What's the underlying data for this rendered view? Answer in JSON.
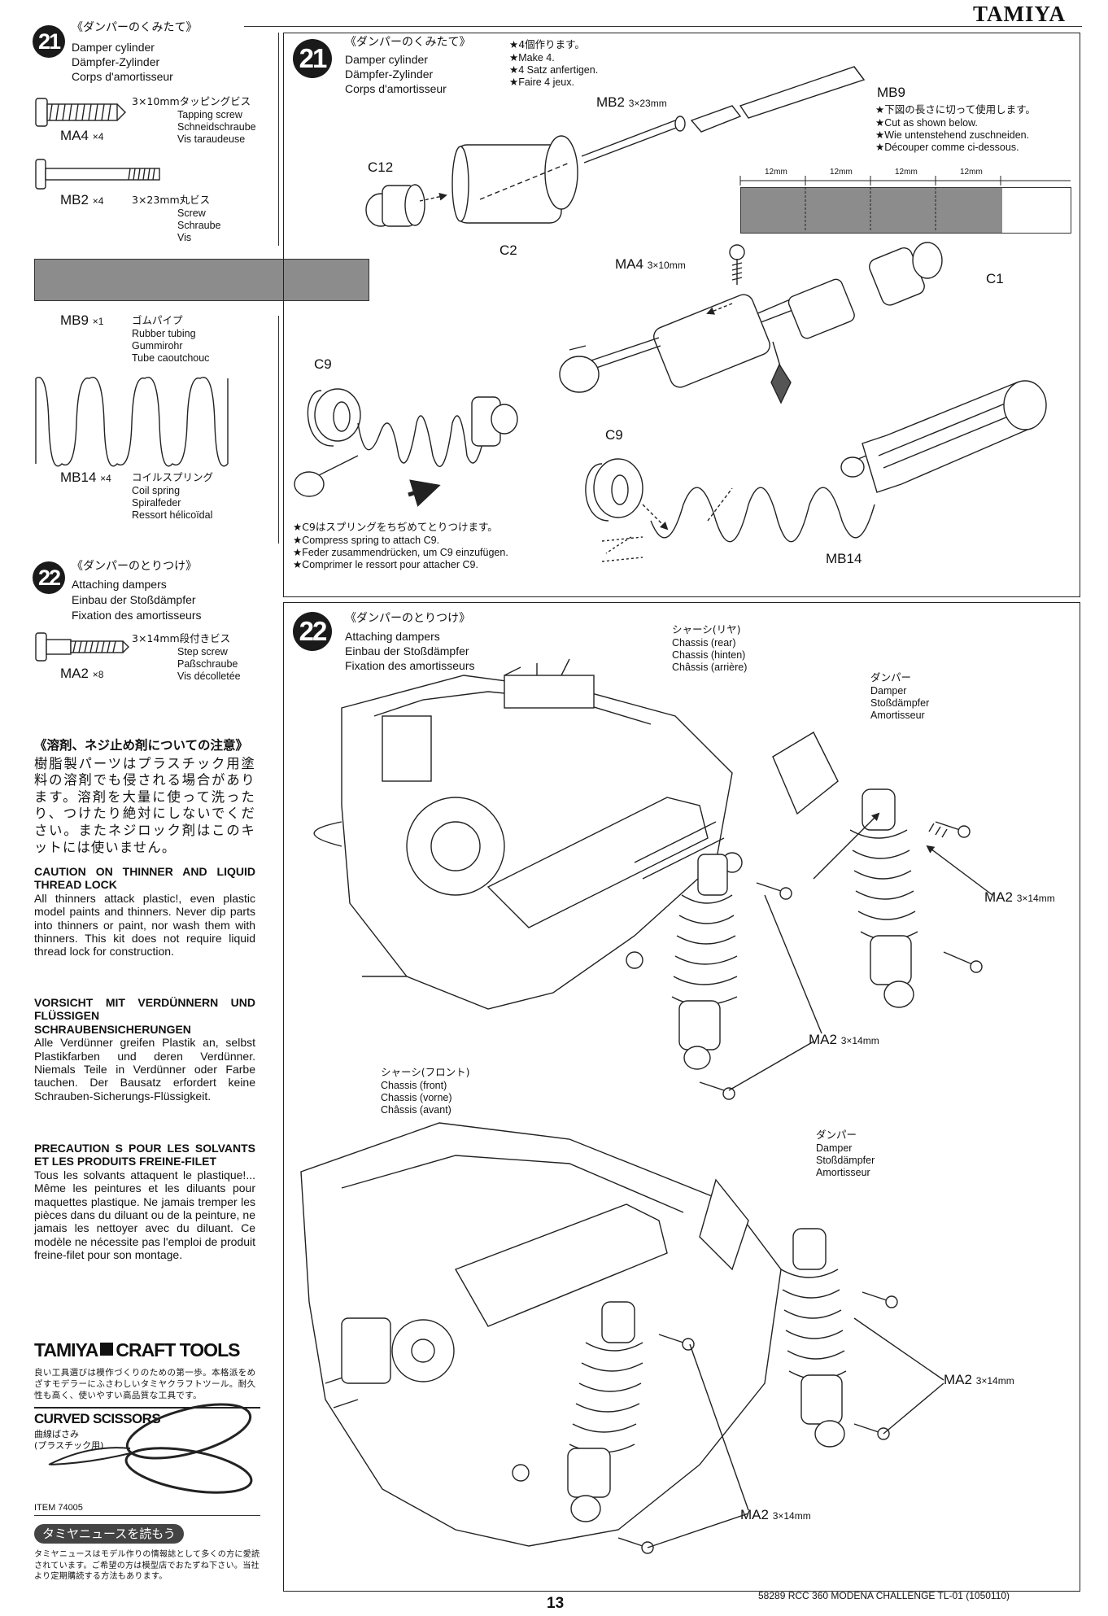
{
  "brand": "TAMIYA",
  "left": {
    "step21": {
      "num": "21",
      "jp": "《ダンパーのくみたて》",
      "en": "Damper cylinder",
      "de": "Dämpfer-Zylinder",
      "fr": "Corps d'amortisseur"
    },
    "ma4": {
      "code": "MA4",
      "qty": "×4",
      "size": "3×10mmタッピングビス",
      "en": "Tapping screw",
      "de": "Schneidschraube",
      "fr": "Vis taraudeuse"
    },
    "mb2": {
      "code": "MB2",
      "qty": "×4",
      "size": "3×23mm丸ビス",
      "en": "Screw",
      "de": "Schraube",
      "fr": "Vis"
    },
    "mb9": {
      "code": "MB9",
      "qty": "×1",
      "jp": "ゴムパイプ",
      "en": "Rubber tubing",
      "de": "Gummirohr",
      "fr": "Tube caoutchouc"
    },
    "mb14": {
      "code": "MB14",
      "qty": "×4",
      "jp": "コイルスプリング",
      "en": "Coil spring",
      "de": "Spiralfeder",
      "fr": "Ressort hélicoïdal"
    },
    "step22": {
      "num": "22",
      "jp": "《ダンパーのとりつけ》",
      "en": "Attaching dampers",
      "de": "Einbau der Stoßdämpfer",
      "fr": "Fixation des amortisseurs"
    },
    "ma2": {
      "code": "MA2",
      "qty": "×8",
      "size": "3×14mm段付きビス",
      "en": "Step screw",
      "de": "Paßschraube",
      "fr": "Vis décolletée"
    },
    "caution_jp_title": "《溶剤、ネジ止め剤についての注意》",
    "caution_jp_body": "樹脂製パーツはプラスチック用塗料の溶剤でも侵される場合があります。溶剤を大量に使って洗ったり、つけたり絶対にしないでください。またネジロック剤はこのキットには使いません。",
    "caution_en_title": "CAUTION ON THINNER AND LIQUID THREAD LOCK",
    "caution_en_body": "All thinners attack plastic!, even plastic model paints and thinners. Never dip parts into thinners or paint, nor wash them with thinners. This kit does not require liquid thread lock for construction.",
    "caution_de_title": "VORSICHT MIT VERDÜNNERN UND FLÜSSIGEN SCHRAUBENSICHERUNGEN",
    "caution_de_body": "Alle Verdünner greifen Plastik an, selbst Plastikfarben und deren Verdünner. Niemals Teile in Verdünner oder Farbe tauchen. Der Bausatz erfordert keine Schrauben-Sicherungs-Flüssigkeit.",
    "caution_fr_title": "PRECAUTION S POUR LES SOLVANTS ET LES PRODUITS FREINE-FILET",
    "caution_fr_body": "Tous les solvants attaquent le plastique!... Même les peintures et les diluants pour maquettes plastique. Ne jamais tremper les pièces dans du diluant ou de la peinture, ne jamais les nettoyer avec du diluant. Ce modèle ne nécessite pas l'emploi de produit freine-filet pour son montage.",
    "craft": {
      "logo_left": "TAMIYA",
      "logo_right": "CRAFT TOOLS",
      "intro": "良い工具選びは模作づくりのための第一歩。本格派をめざすモデラーにふさわしいタミヤクラフトツール。耐久性も高く、使いやすい高品質な工具です。",
      "product": "CURVED SCISSORS",
      "product_jp": "曲線ばさみ",
      "product_jp2": "(プラスチック用)",
      "item": "ITEM 74005"
    },
    "news": {
      "title": "タミヤニュースを読もう",
      "body": "タミヤニュースはモデル作りの情報誌として多くの方に愛読されています。ご希望の方は模型店でおたずね下さい。当社より定期購読する方法もあります。"
    }
  },
  "step21": {
    "num": "21",
    "jp": "《ダンパーのくみたて》",
    "en": "Damper cylinder",
    "de": "Dämpfer-Zylinder",
    "fr": "Corps d'amortisseur",
    "make_jp": "★4個作ります。",
    "make_en": "★Make 4.",
    "make_de": "★4 Satz anfertigen.",
    "make_fr": "★Faire 4 jeux.",
    "mb2_code": "MB2",
    "mb2_size": "3×23mm",
    "mb9_code": "MB9",
    "mb9_jp": "★下図の長さに切って使用します。",
    "mb9_en": "★Cut as shown below.",
    "mb9_de": "★Wie untenstehend zuschneiden.",
    "mb9_fr": "★Découper comme ci-dessous.",
    "cut_labels": [
      "12mm",
      "12mm",
      "12mm",
      "12mm"
    ],
    "c12": "C12",
    "c2": "C2",
    "ma4_code": "MA4",
    "ma4_size": "3×10mm",
    "c1": "C1",
    "c9a": "C9",
    "c9b": "C9",
    "c9_jp": "★C9はスプリングをちぢめてとりつけます。",
    "c9_en": "★Compress spring to attach C9.",
    "c9_de": "★Feder zusammendrücken, um C9 einzufügen.",
    "c9_fr": "★Comprimer le ressort pour attacher C9.",
    "mb14": "MB14"
  },
  "step22": {
    "num": "22",
    "jp": "《ダンパーのとりつけ》",
    "en": "Attaching dampers",
    "de": "Einbau der Stoßdämpfer",
    "fr": "Fixation des amortisseurs",
    "rear_jp": "シャーシ(リヤ)",
    "rear_en": "Chassis (rear)",
    "rear_de": "Chassis (hinten)",
    "rear_fr": "Châssis (arrière)",
    "damper1_jp": "ダンパー",
    "damper1_en": "Damper",
    "damper1_de": "Stoßdämpfer",
    "damper1_fr": "Amortisseur",
    "ma2_a": "MA2",
    "ma2_a_size": "3×14mm",
    "ma2_b": "MA2",
    "ma2_b_size": "3×14mm",
    "front_jp": "シャーシ(フロント)",
    "front_en": "Chassis (front)",
    "front_de": "Chassis (vorne)",
    "front_fr": "Châssis (avant)",
    "damper2_jp": "ダンパー",
    "damper2_en": "Damper",
    "damper2_de": "Stoßdämpfer",
    "damper2_fr": "Amortisseur",
    "ma2_c": "MA2",
    "ma2_c_size": "3×14mm",
    "ma2_d": "MA2",
    "ma2_d_size": "3×14mm"
  },
  "footer": {
    "page": "13",
    "code": "58289 RCC 360 MODENA CHALLENGE TL-01 (1050110)"
  }
}
